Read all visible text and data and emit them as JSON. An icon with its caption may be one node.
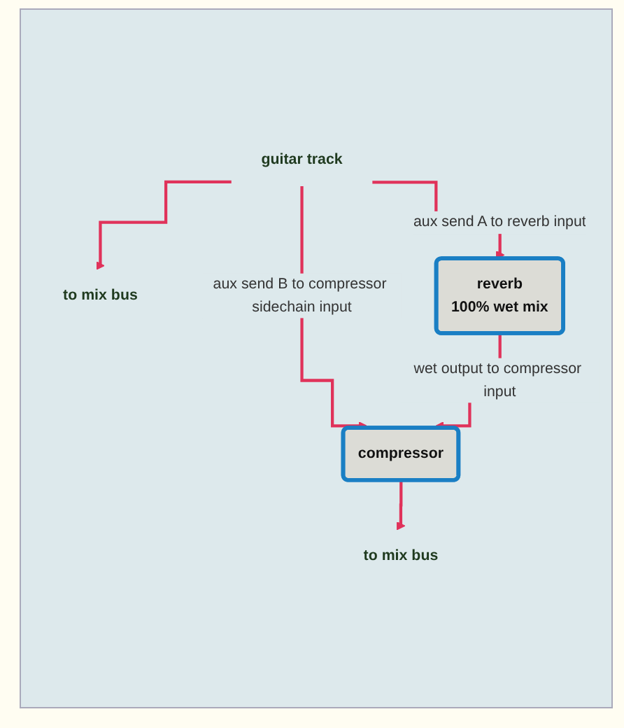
{
  "diagram": {
    "nodes": [
      {
        "text": [
          "guitar track"
        ]
      },
      {
        "text": [
          "to mix bus"
        ]
      },
      {
        "text": [
          "reverb",
          "100% wet mix"
        ]
      },
      {
        "text": [
          "compressor"
        ]
      },
      {
        "text": [
          "to mix bus"
        ]
      }
    ],
    "edges": [
      {
        "from": 0,
        "to": 1,
        "arrow": "to"
      },
      {
        "from": 0,
        "to": 3,
        "arrow": "to",
        "label": "aux send B to compressor sidechain input"
      },
      {
        "from": 0,
        "to": 2,
        "arrow": "to",
        "label": "aux send A to reverb input"
      },
      {
        "from": 2,
        "to": 3,
        "arrow": "to",
        "label": "wet output to compressor input"
      },
      {
        "from": 3,
        "to": 4,
        "arrow": "to"
      }
    ]
  }
}
